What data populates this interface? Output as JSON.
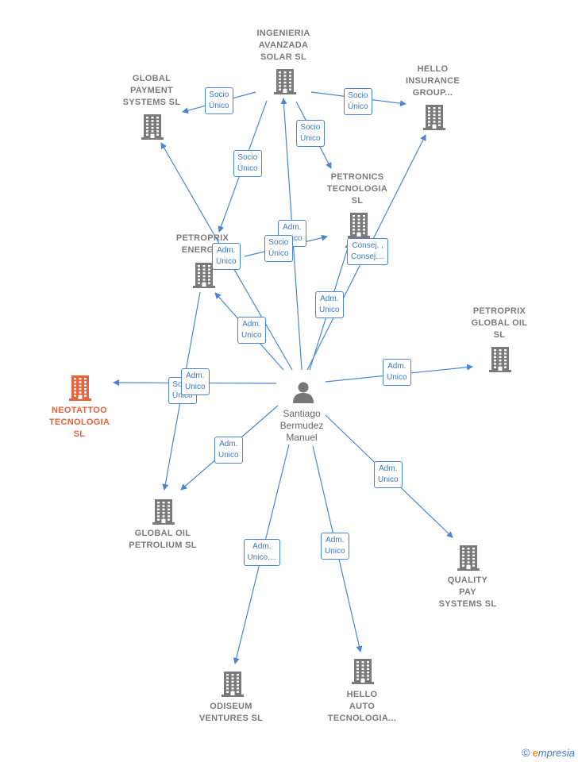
{
  "center": {
    "name_lines": [
      "Santiago",
      "Bermudez",
      "Manuel"
    ]
  },
  "nodes": [
    {
      "id": "ingenieria",
      "lines": [
        "INGENIERIA",
        "AVANZADA",
        "SOLAR SL"
      ]
    },
    {
      "id": "global_payment",
      "lines": [
        "GLOBAL",
        "PAYMENT",
        "SYSTEMS  SL"
      ]
    },
    {
      "id": "hello_insurance",
      "lines": [
        "HELLO",
        "INSURANCE",
        "GROUP..."
      ]
    },
    {
      "id": "petronics",
      "lines": [
        "PETRONICS",
        "TECNOLOGIA",
        "SL"
      ]
    },
    {
      "id": "petroprix_energia",
      "lines": [
        "PETROPRIX",
        "ENERGIA"
      ]
    },
    {
      "id": "petroprix_global",
      "lines": [
        "PETROPRIX",
        "GLOBAL OIL",
        "SL"
      ]
    },
    {
      "id": "neotattoo",
      "lines": [
        "NEOTATTOO",
        "TECNOLOGIA",
        "SL"
      ],
      "focus": true
    },
    {
      "id": "global_oil",
      "lines": [
        "GLOBAL OIL",
        "PETROLIUM SL"
      ]
    },
    {
      "id": "quality_pay",
      "lines": [
        "QUALITY",
        "PAY",
        "SYSTEMS  SL"
      ]
    },
    {
      "id": "odiseum",
      "lines": [
        "ODISEUM",
        "VENTURES  SL"
      ]
    },
    {
      "id": "hello_auto",
      "lines": [
        "HELLO",
        "AUTO",
        "TECNOLOGIA..."
      ]
    }
  ],
  "edge_labels": [
    {
      "id": "l1",
      "lines": [
        "Socio",
        "Único"
      ]
    },
    {
      "id": "l2",
      "lines": [
        "Socio",
        "Único"
      ]
    },
    {
      "id": "l3",
      "lines": [
        "Socio",
        "Único"
      ]
    },
    {
      "id": "l4",
      "lines": [
        "Socio",
        "Único"
      ]
    },
    {
      "id": "l5",
      "lines": [
        "Adm.",
        "Unico"
      ]
    },
    {
      "id": "l6",
      "lines": [
        "Adm.",
        "Unico"
      ]
    },
    {
      "id": "l7",
      "lines": [
        "Socio",
        "Único"
      ]
    },
    {
      "id": "l8",
      "lines": [
        "Consej. ,",
        "Consej...."
      ]
    },
    {
      "id": "l9",
      "lines": [
        "Adm.",
        "Unico"
      ]
    },
    {
      "id": "l10",
      "lines": [
        "Adm.",
        "Unico"
      ]
    },
    {
      "id": "l11",
      "lines": [
        "Adm.",
        "Unico"
      ]
    },
    {
      "id": "l12",
      "lines": [
        "Socio",
        "Único"
      ]
    },
    {
      "id": "l13",
      "lines": [
        "Adm.",
        "Unico"
      ]
    },
    {
      "id": "l14",
      "lines": [
        "Adm.",
        "Unico"
      ]
    },
    {
      "id": "l15",
      "lines": [
        "Adm.",
        "Unico"
      ]
    },
    {
      "id": "l16",
      "lines": [
        "Adm.",
        "Unico,..."
      ]
    },
    {
      "id": "l17",
      "lines": [
        "Adm.",
        "Unico"
      ]
    }
  ],
  "colors": {
    "edge": "#4a86cf",
    "building": "#7a7a7a",
    "focus": "#e8623a",
    "person": "#777777"
  },
  "brand": {
    "copyright": "©",
    "initial": "e",
    "rest": "mpresia"
  }
}
